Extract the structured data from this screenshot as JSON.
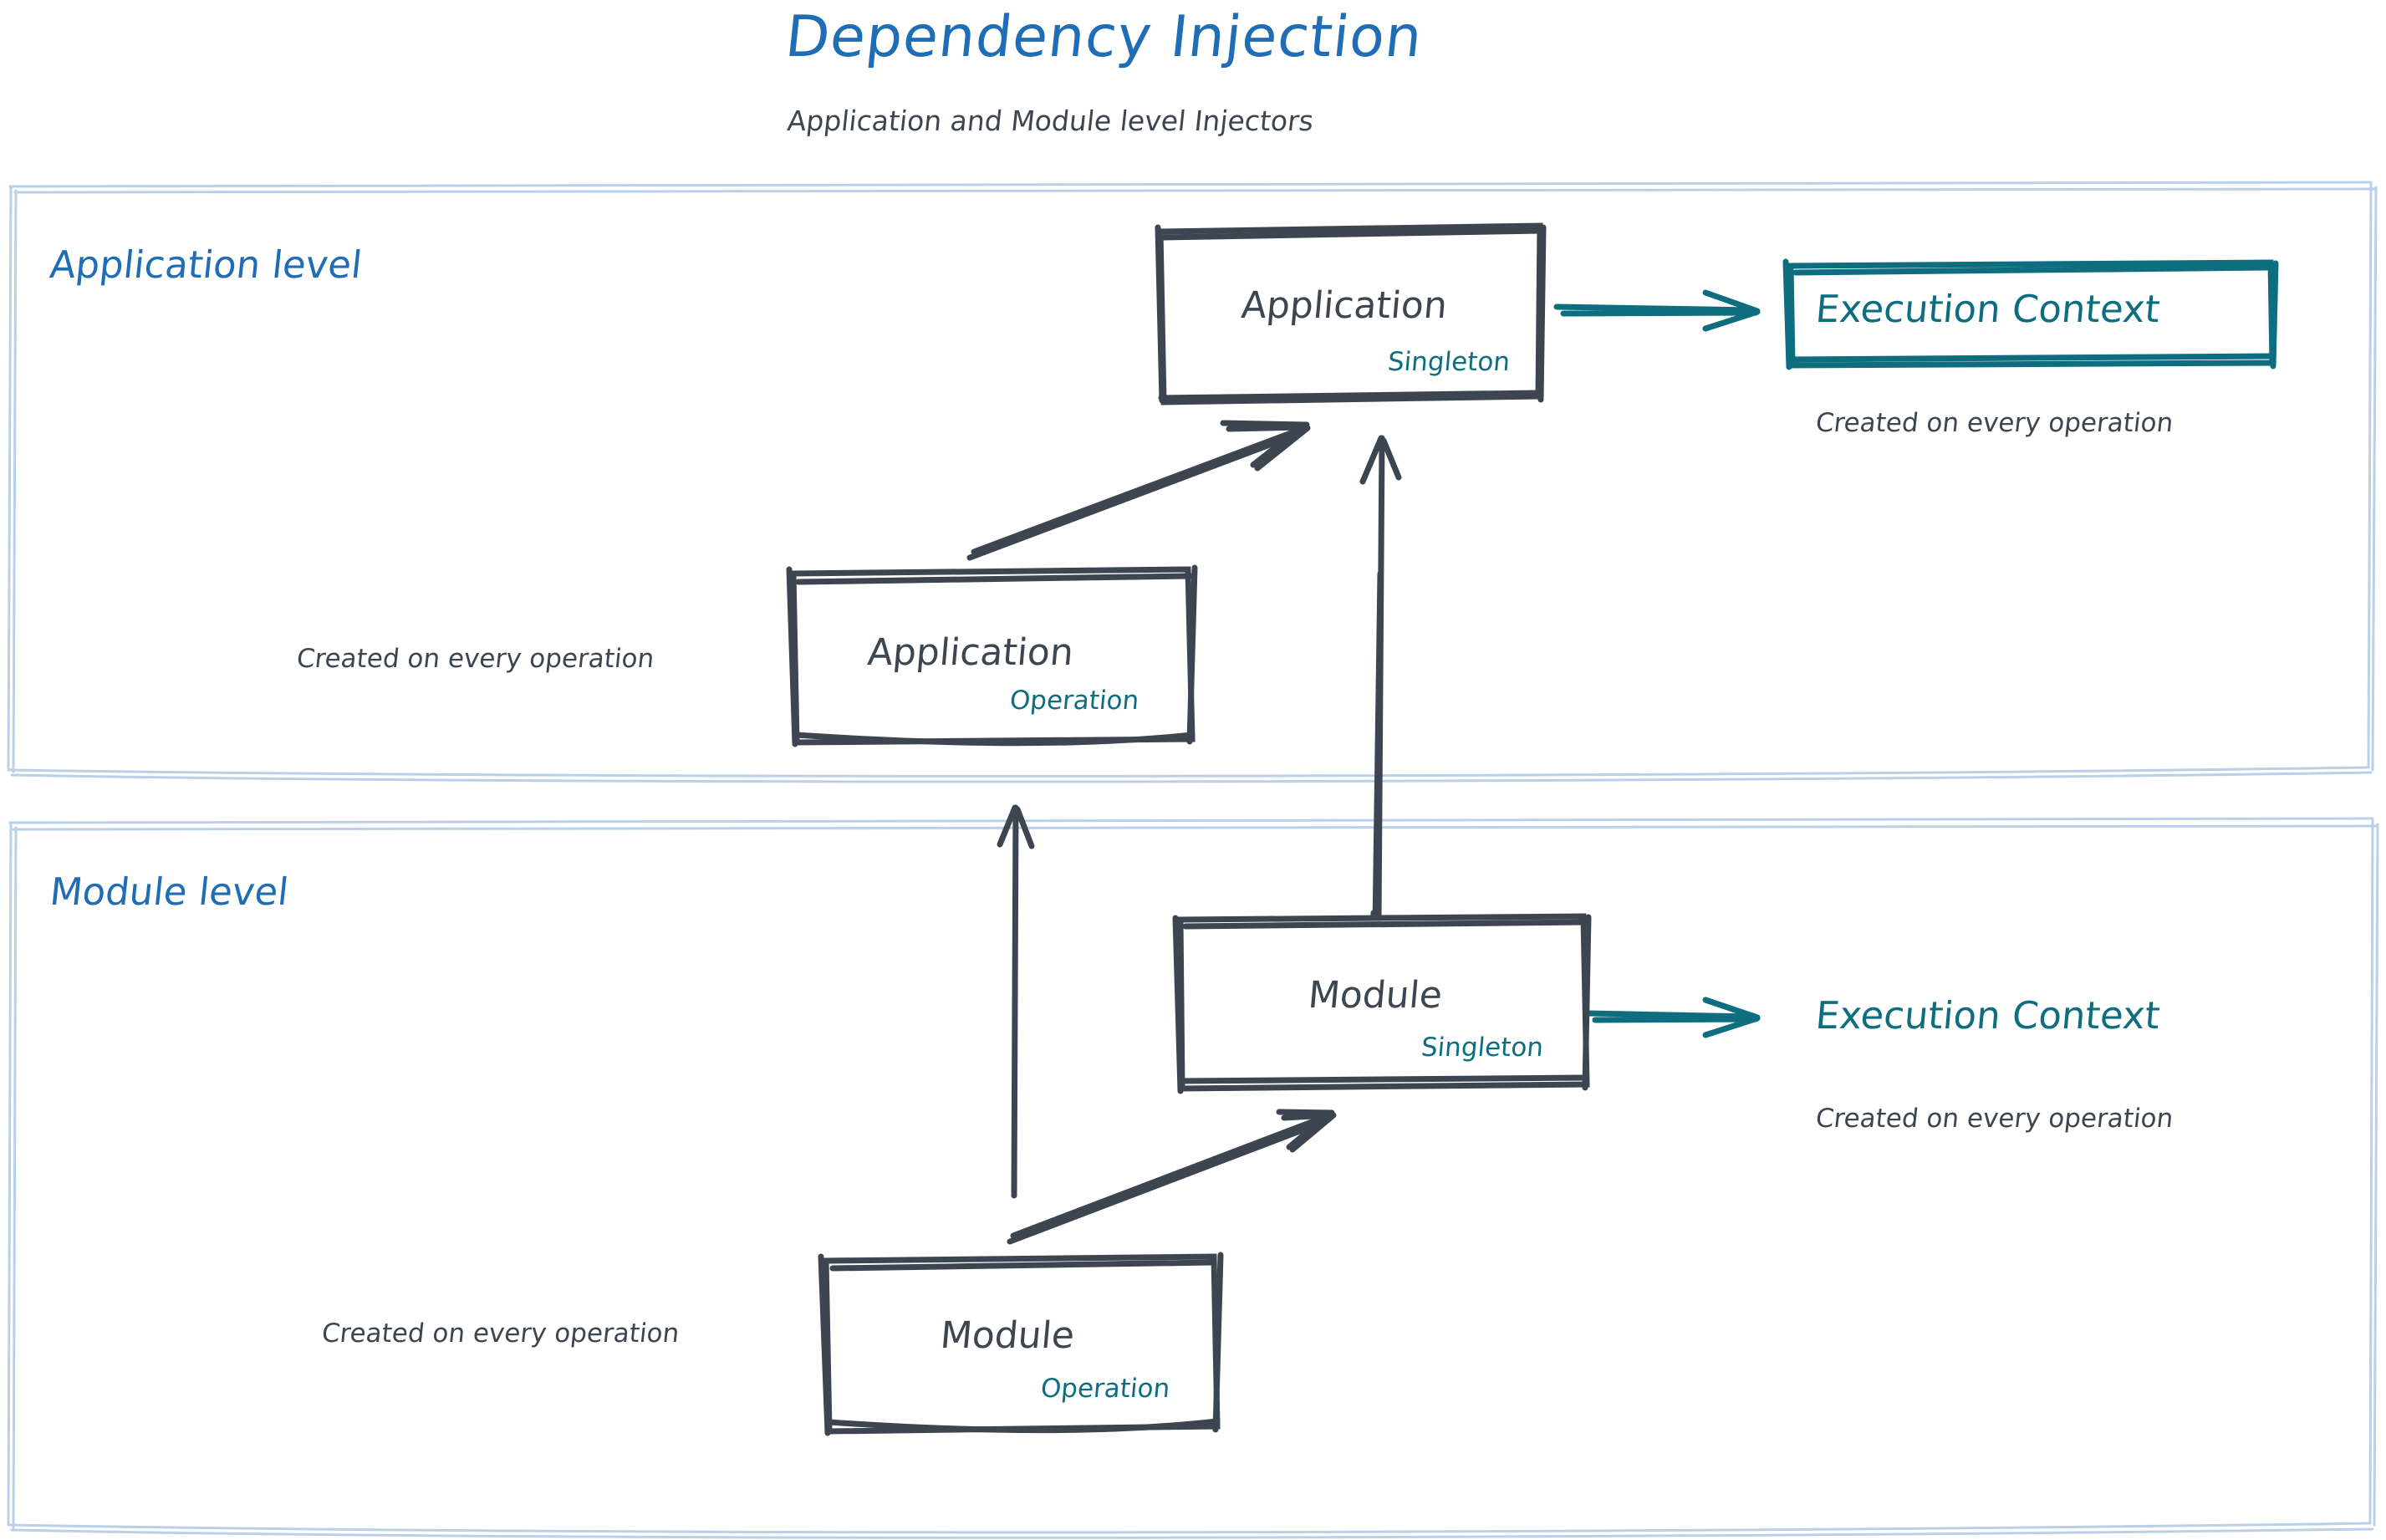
{
  "header": {
    "title": "Dependency Injection",
    "subtitle": "Application and Module level Injectors"
  },
  "colors": {
    "title_blue": "#1f6db5",
    "zone_border": "#b9d0e8",
    "node_stroke": "#3d4650",
    "teal": "#0e6e80",
    "text_dark": "#3d4650",
    "background": "#ffffff"
  },
  "zones": [
    {
      "id": "application-level",
      "label": "Application level",
      "nodes": [
        {
          "id": "application-singleton",
          "title": "Application",
          "scope": "Singleton"
        },
        {
          "id": "application-operation",
          "title": "Application",
          "scope": "Operation",
          "note": "Created on every operation"
        },
        {
          "id": "execution-context-application",
          "title": "Execution Context",
          "note": "Created on every operation"
        }
      ]
    },
    {
      "id": "module-level",
      "label": "Module level",
      "nodes": [
        {
          "id": "module-singleton",
          "title": "Module",
          "scope": "Singleton"
        },
        {
          "id": "module-operation",
          "title": "Module",
          "scope": "Operation",
          "note": "Created on every operation"
        },
        {
          "id": "execution-context-module",
          "title": "Execution Context",
          "note": "Created on every operation"
        }
      ]
    }
  ],
  "edges": [
    {
      "id": "app-operation-to-app-singleton",
      "from": "application-operation",
      "to": "application-singleton",
      "style": "dark-diagonal"
    },
    {
      "id": "app-singleton-to-exec-context",
      "from": "application-singleton",
      "to": "execution-context-application",
      "style": "teal-horizontal"
    },
    {
      "id": "module-singleton-to-app-singleton",
      "from": "module-singleton",
      "to": "application-singleton",
      "style": "dark-vertical"
    },
    {
      "id": "module-operation-to-app-operation",
      "from": "module-operation",
      "to": "application-operation",
      "style": "dark-vertical"
    },
    {
      "id": "module-operation-to-module-singleton",
      "from": "module-operation",
      "to": "module-singleton",
      "style": "dark-diagonal"
    },
    {
      "id": "module-singleton-to-exec-context",
      "from": "module-singleton",
      "to": "execution-context-module",
      "style": "teal-horizontal"
    }
  ],
  "labels": {
    "title": "Dependency Injection",
    "subtitle": "Application and Module level Injectors",
    "application_level": "Application level",
    "module_level": "Module level",
    "application": "Application",
    "module": "Module",
    "singleton": "Singleton",
    "operation": "Operation",
    "execution_context": "Execution Context",
    "created_note": "Created on every operation"
  }
}
